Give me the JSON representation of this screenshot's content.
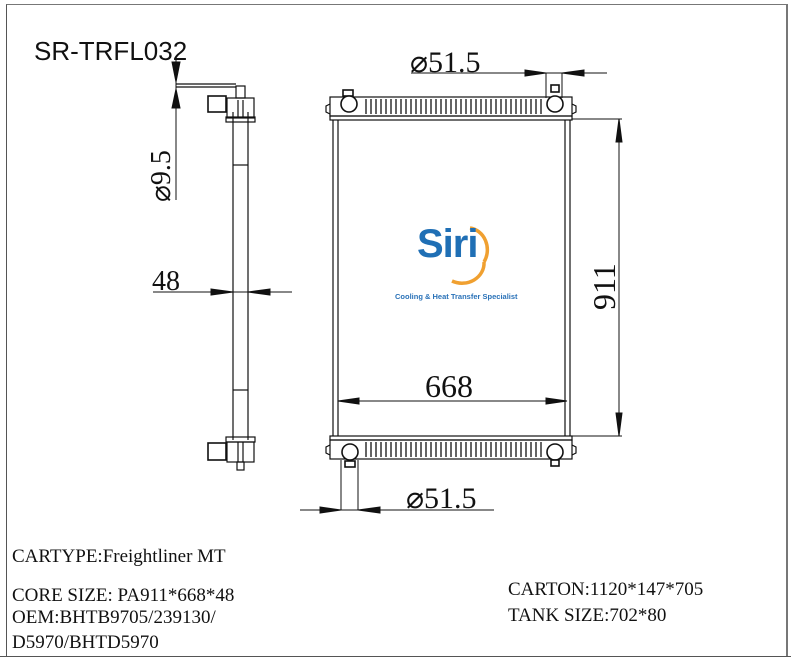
{
  "drawing": {
    "part_number": "SR-TRFL032",
    "dimensions": {
      "pipe_diameter_top": "⌀51.5",
      "pipe_diameter_bottom": "⌀51.5",
      "small_pipe_diameter": "⌀9.5",
      "core_thickness": "48",
      "core_height": "911",
      "core_width": "668"
    },
    "logo": {
      "brand": "Siri",
      "tagline": "Cooling & Heat Transfer Specialist",
      "colors": {
        "blue": "#1f6fb5",
        "orange": "#f0a030"
      }
    }
  },
  "specs": {
    "cartype": "CARTYPE:Freightliner  MT",
    "core_size": "CORE SIZE: PA911*668*48",
    "oem_line1": "OEM:BHTB9705/239130/",
    "oem_line2": "D5970/BHTD5970",
    "carton": "CARTON:1120*147*705",
    "tank_size": "TANK SIZE:702*80"
  }
}
